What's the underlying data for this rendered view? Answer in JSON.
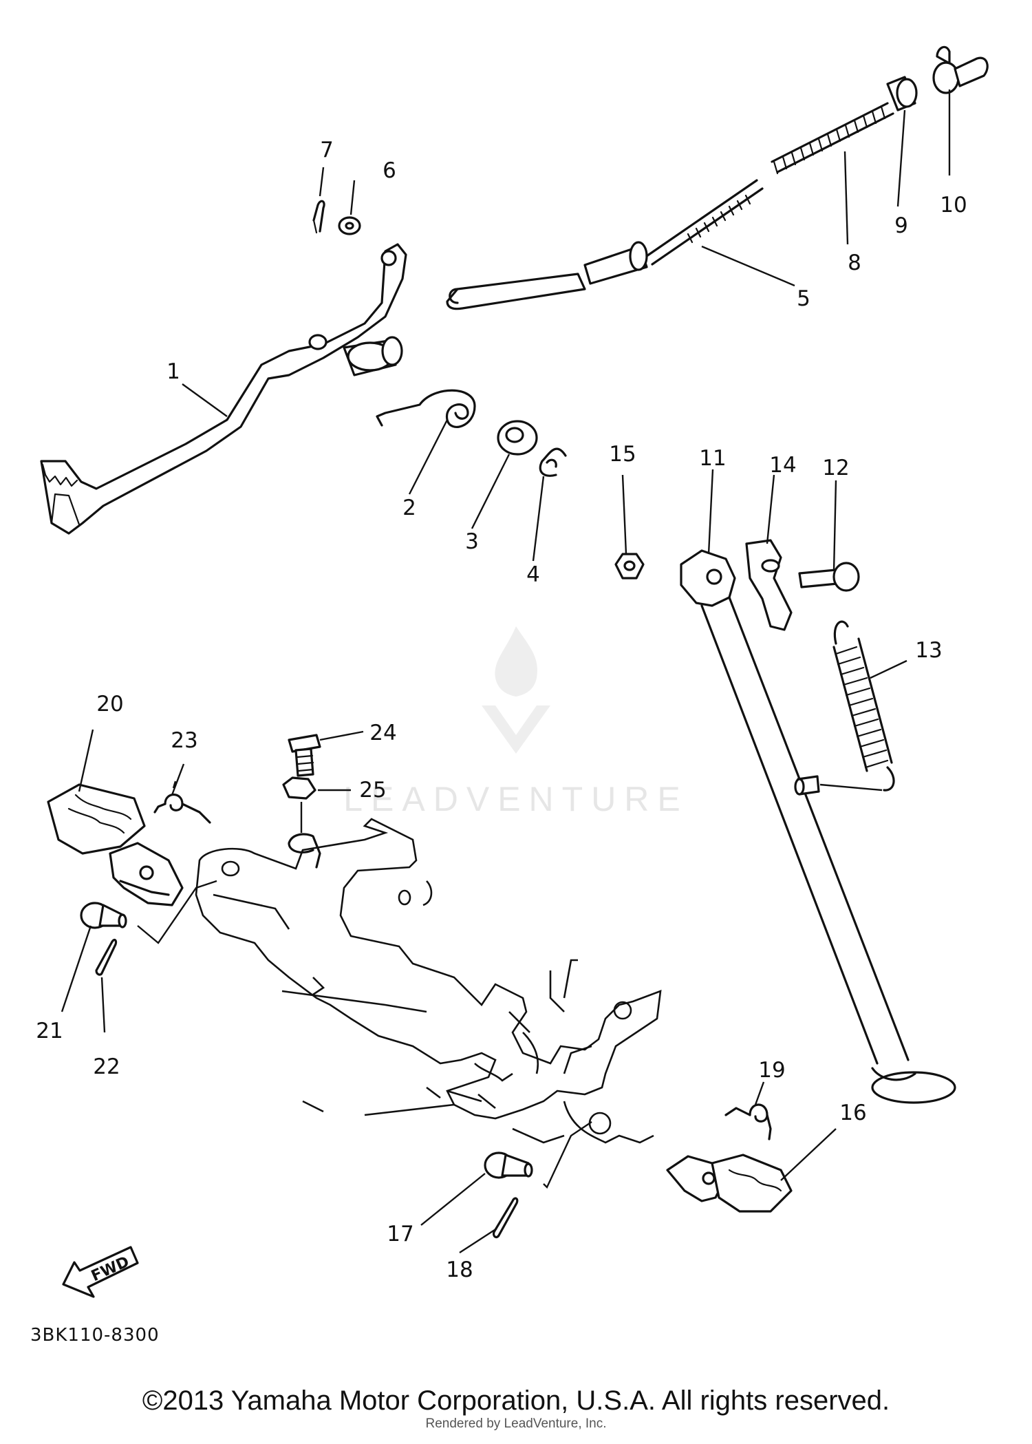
{
  "diagram": {
    "callouts": [
      "1",
      "2",
      "3",
      "4",
      "5",
      "6",
      "7",
      "8",
      "9",
      "10",
      "11",
      "12",
      "13",
      "14",
      "15",
      "16",
      "17",
      "18",
      "19",
      "20",
      "21",
      "22",
      "23",
      "24",
      "25"
    ],
    "fwd_label": "FWD",
    "diagram_code": "3BK110-8300"
  },
  "footer": {
    "copyright": "©2013 Yamaha Motor Corporation, U.S.A. All rights reserved.",
    "rendered_by": "Rendered by LeadVenture, Inc."
  },
  "watermark": {
    "text": "LEADVENTURE"
  }
}
